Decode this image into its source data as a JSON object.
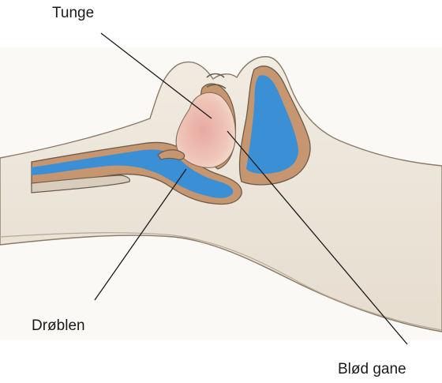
{
  "labels": {
    "tongue": "Tunge",
    "uvula": "Drøblen",
    "soft_palate": "Blød gane"
  },
  "colors": {
    "skin": "#efe8dc",
    "skin_shadow": "#ddd3c4",
    "outline": "#6b5b4a",
    "airway": "#3b8fd4",
    "tissue": "#c9926a",
    "tongue": "#e6a8a0",
    "leader_line": "#1a1a1a"
  }
}
